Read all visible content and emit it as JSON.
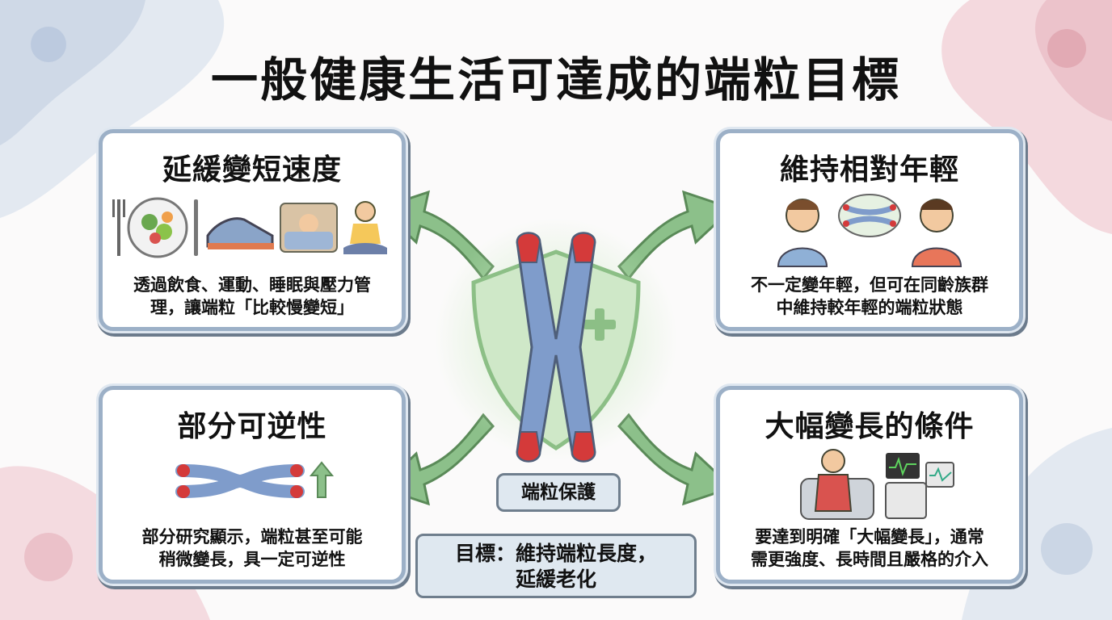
{
  "title": "一般健康生活可達成的端粒目標",
  "cards": {
    "top_left": {
      "title": "延緩變短速度",
      "text_line1": "透過飲食、運動、睡眠與壓力管",
      "text_line2": "理，讓端粒「比較慢變短」"
    },
    "top_right": {
      "title": "維持相對年輕",
      "text_line1": "不一定變年輕，但可在同齡族群",
      "text_line2": "中維持較年輕的端粒狀態"
    },
    "bottom_left": {
      "title": "部分可逆性",
      "text_line1": "部分研究顯示，端粒甚至可能",
      "text_line2": "稍微變長，具一定可逆性"
    },
    "bottom_right": {
      "title": "大幅變長的條件",
      "text_line1": "要達到明確「大幅變長」，通常",
      "text_line2": "需更強度、長時間且嚴格的介入"
    }
  },
  "center": {
    "protection_label": "端粒保護",
    "goal_line1": "目標：維持端粒長度，",
    "goal_line2": "延緩老化"
  },
  "colors": {
    "card_border": "#9cb0c7",
    "arrow_green": "#8cc08a",
    "chromosome_blue": "#7f9ccb",
    "telomere_red": "#d43a3a",
    "shield_green": "#bfe0b8"
  },
  "icons": [
    "fork-icon",
    "salad-plate-icon",
    "knife-icon",
    "running-shoe-icon",
    "sleeping-person-icon",
    "meditation-icon",
    "young-man-icon",
    "chromosome-bubble-icon",
    "man-icon",
    "chromosome-icon",
    "up-arrow-icon",
    "exercising-man-icon",
    "medical-monitor-icon"
  ]
}
